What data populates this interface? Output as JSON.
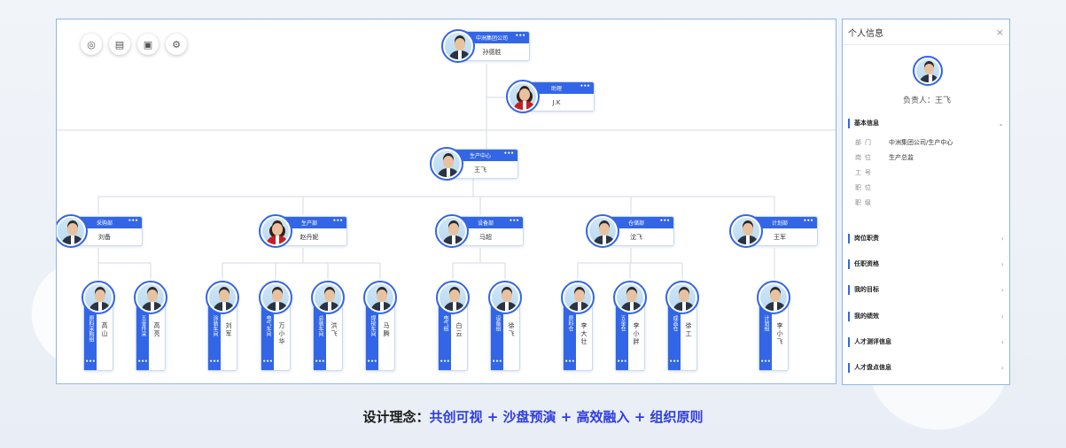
{
  "toolbar": {
    "icons": [
      "camera-icon",
      "export-icon",
      "fit-icon",
      "settings-icon"
    ],
    "glyphs": [
      "◎",
      "▤",
      "▣",
      "⚙"
    ]
  },
  "colors": {
    "accent": "#3366e6",
    "border": "#8fb6e6",
    "slogan_highlight": "#2d3ce0"
  },
  "org": {
    "root": {
      "dept": "中洲集团公司",
      "name": "孙德胜"
    },
    "assistant": {
      "dept": "助理",
      "name": "J.K"
    },
    "center": {
      "dept": "生产中心",
      "name": "王飞"
    },
    "departments": [
      {
        "dept": "采购部",
        "name": "刘备"
      },
      {
        "dept": "生产部",
        "name": "赵丹妮"
      },
      {
        "dept": "设备部",
        "name": "马超"
      },
      {
        "dept": "仓储部",
        "name": "沈飞"
      },
      {
        "dept": "计划部",
        "name": "王军"
      }
    ],
    "members": [
      {
        "role": "原料采购组",
        "name": "高山"
      },
      {
        "role": "五金件采",
        "name": "高亮"
      },
      {
        "role": "涂装车间",
        "name": "刘军"
      },
      {
        "role": "电气车间",
        "name": "万小华"
      },
      {
        "role": "总装车间",
        "name": "洪飞"
      },
      {
        "role": "焊接车间",
        "name": "马腾"
      },
      {
        "role": "电气组",
        "name": "白云"
      },
      {
        "role": "设备组",
        "name": "徐飞"
      },
      {
        "role": "原料仓",
        "name": "李大壮"
      },
      {
        "role": "五金仓",
        "name": "李小胖"
      },
      {
        "role": "成品仓",
        "name": "徐工"
      },
      {
        "role": "计划组",
        "name": "李小飞"
      }
    ],
    "more": "•••"
  },
  "side": {
    "title": "个人信息",
    "close": "×",
    "owner": "负责人：王飞",
    "basic": {
      "label": "基本信息",
      "chev": "⌄"
    },
    "info": [
      {
        "k": "部门",
        "v": "中洲集团公司/生产中心"
      },
      {
        "k": "岗位",
        "v": "生产总监"
      },
      {
        "k": "工号",
        "v": ""
      },
      {
        "k": "职位",
        "v": ""
      },
      {
        "k": "职级",
        "v": ""
      }
    ],
    "sections": [
      "岗位职责",
      "任职资格",
      "我的目标",
      "我的绩效",
      "人才测评信息",
      "人才盘点信息"
    ],
    "chev": "›"
  },
  "slogan": {
    "prefix": "设计理念：",
    "highlight": "共创可视 + 沙盘预演 + 高效融入 + 组织原则"
  }
}
